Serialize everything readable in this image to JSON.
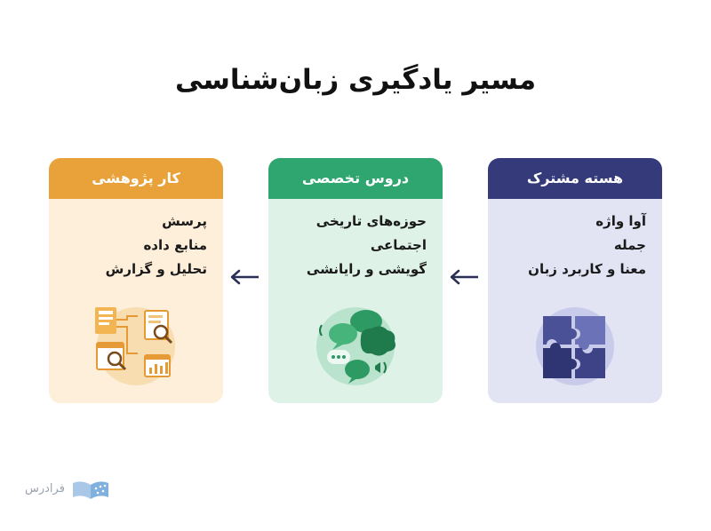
{
  "title": "مسیر یادگیری زبان‌شناسی",
  "colors": {
    "navy": "#353a7a",
    "navy_bg": "#e2e3f3",
    "green": "#2fa56f",
    "green_bg": "#dff2e8",
    "orange": "#e9a23a",
    "orange_bg": "#fdefd9",
    "arrow": "#2a2f55"
  },
  "cards": [
    {
      "label": "هسته مشترک",
      "items": [
        "آوا واژه",
        "جمله",
        "معنا و کاربرد زبان"
      ],
      "icon": "puzzle-icon"
    },
    {
      "label": "دروس تخصصی",
      "items": [
        "حوزه‌های تاریخی",
        "اجتماعی",
        "گویشی و رایانشی"
      ],
      "icon": "speech-bubbles-icon"
    },
    {
      "label": "کار پژوهشی",
      "items": [
        "پرسش",
        "منابع داده",
        "تحلیل و گزارش"
      ],
      "icon": "research-documents-icon"
    }
  ],
  "logo": {
    "text": "فرادرس"
  }
}
